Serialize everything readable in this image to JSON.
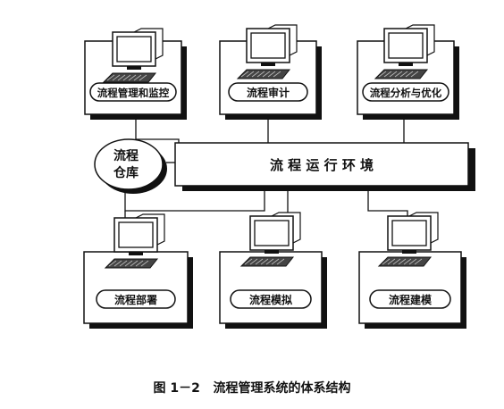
{
  "nodes": {
    "monitoring": {
      "label": "流程管理和监控",
      "icon": "computer-icon"
    },
    "audit": {
      "label": "流程审计",
      "icon": "computer-icon"
    },
    "analysis": {
      "label": "流程分析与优化",
      "icon": "computer-icon"
    },
    "repository": {
      "label_line1": "流程",
      "label_line2": "仓库",
      "icon": "database-icon"
    },
    "runtime": {
      "label": "流 程 运 行 环 境"
    },
    "deployment": {
      "label": "流程部署",
      "icon": "computer-icon"
    },
    "simulation": {
      "label": "流程模拟",
      "icon": "computer-icon"
    },
    "modeling": {
      "label": "流程建模",
      "icon": "computer-icon"
    }
  },
  "caption": "图 1－2   流程管理系统的体系结构",
  "colors": {
    "ink": "#111111",
    "shadow": "#111111",
    "background": "#ffffff"
  }
}
